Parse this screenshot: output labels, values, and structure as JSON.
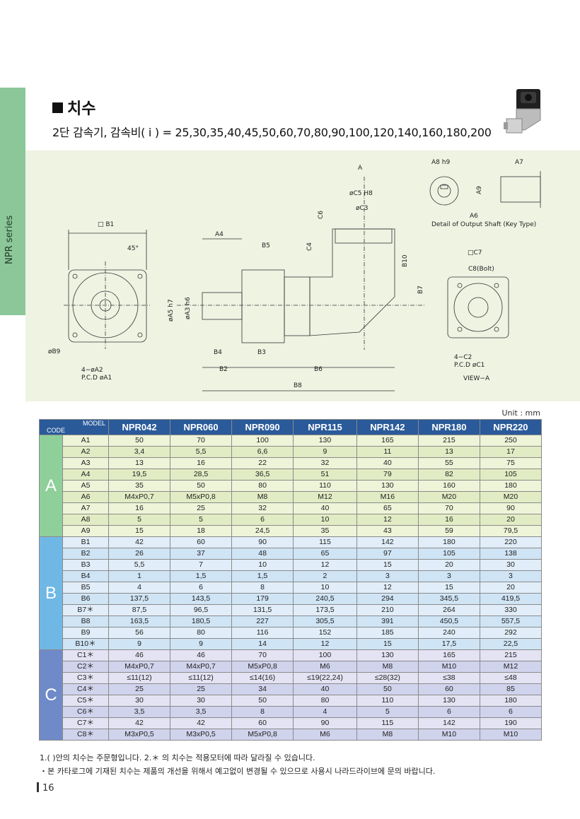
{
  "side_tab": "NPR series",
  "title": "치수",
  "subtitle": "2단 감속기, 감속비( i ) = 25,30,35,40,45,50,60,70,80,90,100,120,140,160,180,200",
  "drawing": {
    "labels": {
      "b1": "□ B1",
      "angle": "45°",
      "b9": "øB9",
      "a2": "4−øA2",
      "a1": "P.C.D øA1",
      "a4": "A4",
      "b5": "B5",
      "a5": "øA5 h7",
      "a3": "øA3 h6",
      "b4": "B4",
      "b3": "B3",
      "b2": "B2",
      "b6": "B6",
      "b8": "B8",
      "c6": "C6",
      "c4": "C4",
      "c5": "øC5 H8",
      "c3": "øC3",
      "view_arrow": "A",
      "b10": "B10",
      "b7": "B7",
      "a8": "A8 h9",
      "a9": "A9",
      "a7": "A7",
      "a6": "A6",
      "detail": "Detail of Output Shaft (Key Type)",
      "c7": "□C7",
      "c8": "C8(Bolt)",
      "c2": "4−C2",
      "c1": "P.C.D øC1",
      "view": "VIEW−A"
    }
  },
  "unit": "Unit : mm",
  "table": {
    "header_model": "MODEL",
    "header_code": "CODE",
    "models": [
      "NPR042",
      "NPR060",
      "NPR090",
      "NPR115",
      "NPR142",
      "NPR180",
      "NPR220"
    ],
    "groups": [
      {
        "name": "A",
        "rows": [
          {
            "code": "A1",
            "values": [
              "50",
              "70",
              "100",
              "130",
              "165",
              "215",
              "250"
            ]
          },
          {
            "code": "A2",
            "values": [
              "3,4",
              "5,5",
              "6,6",
              "9",
              "11",
              "13",
              "17"
            ]
          },
          {
            "code": "A3",
            "values": [
              "13",
              "16",
              "22",
              "32",
              "40",
              "55",
              "75"
            ]
          },
          {
            "code": "A4",
            "values": [
              "19,5",
              "28,5",
              "36,5",
              "51",
              "79",
              "82",
              "105"
            ]
          },
          {
            "code": "A5",
            "values": [
              "35",
              "50",
              "80",
              "110",
              "130",
              "160",
              "180"
            ]
          },
          {
            "code": "A6",
            "values": [
              "M4xP0,7",
              "M5xP0,8",
              "M8",
              "M12",
              "M16",
              "M20",
              "M20"
            ]
          },
          {
            "code": "A7",
            "values": [
              "16",
              "25",
              "32",
              "40",
              "65",
              "70",
              "90"
            ]
          },
          {
            "code": "A8",
            "values": [
              "5",
              "5",
              "6",
              "10",
              "12",
              "16",
              "20"
            ]
          },
          {
            "code": "A9",
            "values": [
              "15",
              "18",
              "24,5",
              "35",
              "43",
              "59",
              "79,5"
            ]
          }
        ]
      },
      {
        "name": "B",
        "rows": [
          {
            "code": "B1",
            "values": [
              "42",
              "60",
              "90",
              "115",
              "142",
              "180",
              "220"
            ]
          },
          {
            "code": "B2",
            "values": [
              "26",
              "37",
              "48",
              "65",
              "97",
              "105",
              "138"
            ]
          },
          {
            "code": "B3",
            "values": [
              "5,5",
              "7",
              "10",
              "12",
              "15",
              "20",
              "30"
            ]
          },
          {
            "code": "B4",
            "values": [
              "1",
              "1,5",
              "1,5",
              "2",
              "3",
              "3",
              "3"
            ]
          },
          {
            "code": "B5",
            "values": [
              "4",
              "6",
              "8",
              "10",
              "12",
              "15",
              "20"
            ]
          },
          {
            "code": "B6",
            "values": [
              "137,5",
              "143,5",
              "179",
              "240,5",
              "294",
              "345,5",
              "419,5"
            ]
          },
          {
            "code": "B7＊",
            "values": [
              "87,5",
              "96,5",
              "131,5",
              "173,5",
              "210",
              "264",
              "330"
            ]
          },
          {
            "code": "B8",
            "values": [
              "163,5",
              "180,5",
              "227",
              "305,5",
              "391",
              "450,5",
              "557,5"
            ]
          },
          {
            "code": "B9",
            "values": [
              "56",
              "80",
              "116",
              "152",
              "185",
              "240",
              "292"
            ]
          },
          {
            "code": "B10＊",
            "values": [
              "9",
              "9",
              "14",
              "12",
              "15",
              "17,5",
              "22,5"
            ]
          }
        ]
      },
      {
        "name": "C",
        "rows": [
          {
            "code": "C1＊",
            "values": [
              "46",
              "46",
              "70",
              "100",
              "130",
              "165",
              "215"
            ]
          },
          {
            "code": "C2＊",
            "values": [
              "M4xP0,7",
              "M4xP0,7",
              "M5xP0,8",
              "M6",
              "M8",
              "M10",
              "M12"
            ]
          },
          {
            "code": "C3＊",
            "values": [
              "≤11(12)",
              "≤11(12)",
              "≤14(16)",
              "≤19(22,24)",
              "≤28(32)",
              "≤38",
              "≤48"
            ]
          },
          {
            "code": "C4＊",
            "values": [
              "25",
              "25",
              "34",
              "40",
              "50",
              "60",
              "85"
            ]
          },
          {
            "code": "C5＊",
            "values": [
              "30",
              "30",
              "50",
              "80",
              "110",
              "130",
              "180"
            ]
          },
          {
            "code": "C6＊",
            "values": [
              "3,5",
              "3,5",
              "8",
              "4",
              "5",
              "6",
              "6"
            ]
          },
          {
            "code": "C7＊",
            "values": [
              "42",
              "42",
              "60",
              "90",
              "115",
              "142",
              "190"
            ]
          },
          {
            "code": "C8＊",
            "values": [
              "M3xP0,5",
              "M3xP0,5",
              "M5xP0,8",
              "M6",
              "M8",
              "M10",
              "M10"
            ]
          }
        ]
      }
    ]
  },
  "notes": [
    "1.(  )안의 치수는 주문형입니다.  2.＊ 의 치수는 적용모터에 따라 달라질 수 있습니다.",
    "・본 카타로그에 기재된 치수는 제품의 개선을 위해서 예고없이 변경될 수 있으므로 사용시 나라드라이브에 문의 바랍니다."
  ],
  "page_number": "16"
}
